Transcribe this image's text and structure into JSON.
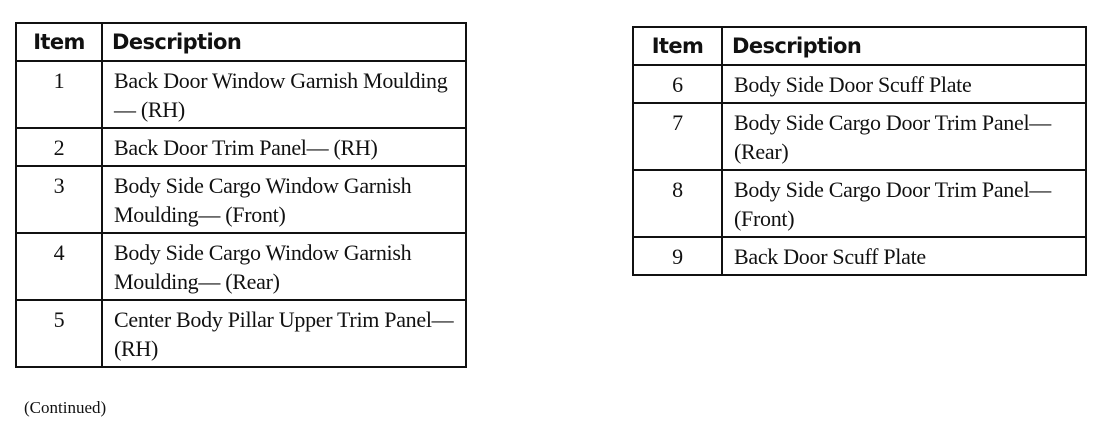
{
  "table_left": {
    "header": {
      "item": "Item",
      "description": "Description"
    },
    "rows": [
      {
        "item": "1",
        "description": "Back Door Window Garnish Moulding— (RH)"
      },
      {
        "item": "2",
        "description": "Back Door Trim Panel— (RH)"
      },
      {
        "item": "3",
        "description": "Body Side Cargo Window Garnish Moulding— (Front)"
      },
      {
        "item": "4",
        "description": "Body Side Cargo Window Garnish Moulding— (Rear)"
      },
      {
        "item": "5",
        "description": "Center Body Pillar Upper Trim Panel— (RH)"
      }
    ]
  },
  "continued_note": "(Continued)",
  "table_right": {
    "header": {
      "item": "Item",
      "description": "Description"
    },
    "rows": [
      {
        "item": "6",
        "description": "Body Side Door Scuff Plate"
      },
      {
        "item": "7",
        "description": "Body Side Cargo Door Trim Panel— (Rear)"
      },
      {
        "item": "8",
        "description": "Body Side Cargo Door Trim Panel— (Front)"
      },
      {
        "item": "9",
        "description": "Back Door Scuff Plate"
      }
    ]
  }
}
